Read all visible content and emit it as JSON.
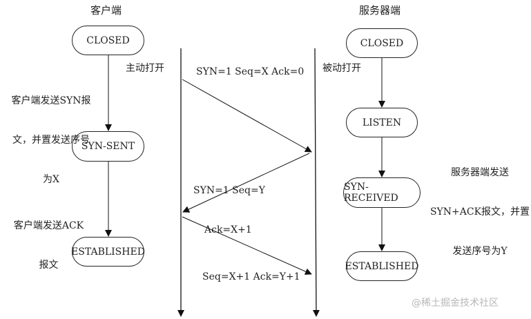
{
  "headers": {
    "client": "客户端",
    "server": "服务器端"
  },
  "client_states": [
    "CLOSED",
    "SYN-SENT",
    "ESTABLISHED"
  ],
  "server_states": [
    "CLOSED",
    "LISTEN",
    "SYN-RECEIVED",
    "ESTABLISHED"
  ],
  "notes": {
    "client_send_syn": [
      "客户端发送SYN报",
      "文，并置发送序号",
      "为X"
    ],
    "client_send_ack": [
      "客户端发送ACK",
      "报文"
    ],
    "server_send_synack": [
      "服务器端发送",
      "SYN+ACK报文，并置",
      "发送序号为Y"
    ],
    "active_open": "主动打开",
    "passive_open": "被动打开"
  },
  "messages": {
    "syn": "SYN=1 Seq=X Ack=0",
    "synack": [
      "SYN=1 Seq=Y",
      "Ack=X+1"
    ],
    "ack": "Seq=X+1 Ack=Y+1"
  },
  "watermark": "@稀土掘金技术社区"
}
